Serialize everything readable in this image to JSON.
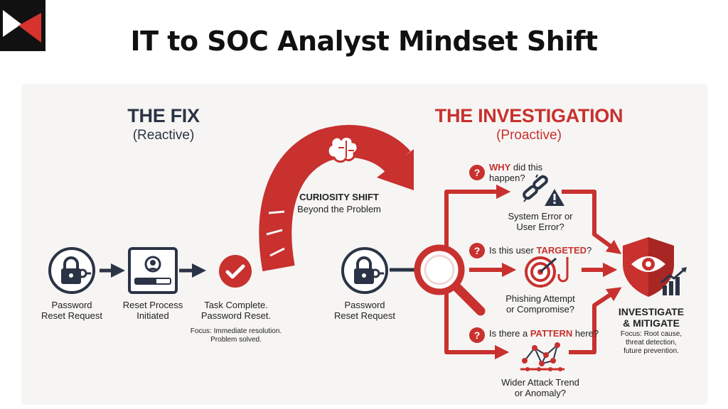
{
  "title": "IT to SOC Analyst Mindset Shift",
  "colors": {
    "accent": "#c8312e",
    "navy": "#2b3446",
    "panel": "#f6f5f3"
  },
  "fix": {
    "heading": "THE FIX",
    "subheading": "(Reactive)",
    "step1": {
      "line1": "Password",
      "line2": "Reset Request",
      "icon": "padlock-key-icon"
    },
    "step2": {
      "line1": "Reset Process",
      "line2": "Initiated",
      "icon": "user-profile-progress-icon"
    },
    "step3": {
      "line1": "Task Complete.",
      "line2": "Password Reset.",
      "icon": "checkmark-icon"
    },
    "focus": {
      "line1": "Focus: Immediate resolution.",
      "line2": "Problem solved."
    }
  },
  "shift": {
    "title": "CURIOSITY SHIFT",
    "subtitle": "Beyond the Problem",
    "icon": "brain-gears-icon"
  },
  "investigation": {
    "heading": "THE INVESTIGATION",
    "subheading": "(Proactive)",
    "start": {
      "line1": "Password",
      "line2": "Reset Request",
      "icon": "padlock-key-icon"
    },
    "branch1": {
      "q_bold": "WHY",
      "q_rest1": " did this",
      "q_rest2": "happen?",
      "line1": "System Error or",
      "line2": "User Error?",
      "icon": "broken-link-warning-icon"
    },
    "branch2": {
      "q_pre": "Is this user ",
      "q_bold": "TARGETED",
      "q_post": "?",
      "line1": "Phishing Attempt",
      "line2": "or Compromise?",
      "icon": "target-phishing-hook-icon"
    },
    "branch3": {
      "q_pre": "Is there a ",
      "q_bold": "PATTERN",
      "q_post": " here?",
      "line1": "Wider Attack Trend",
      "line2": "or Anomaly?",
      "icon": "network-nodes-icon"
    },
    "result": {
      "line1": "INVESTIGATE",
      "line2": "& MITIGATE",
      "focus1": "Focus: Root cause,",
      "focus2": "threat detection,",
      "focus3": "future prevention.",
      "icon": "shield-eye-icon"
    }
  }
}
